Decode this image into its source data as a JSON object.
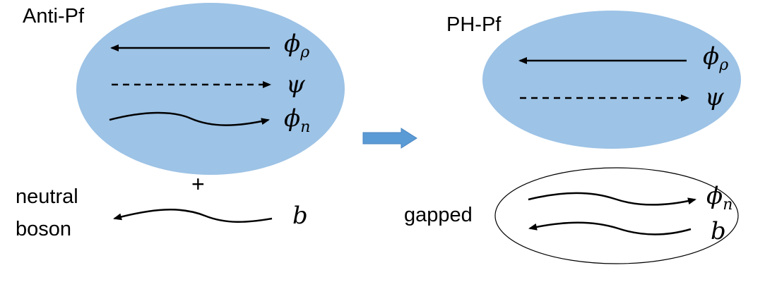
{
  "colors": {
    "ellipse_fill": "#9dc3e6",
    "arrow_block": "#5b9bd5",
    "stroke": "#000000"
  },
  "left": {
    "title": "Anti-Pf",
    "symbols": {
      "phi_rho": "ϕ",
      "phi_rho_sub": "ρ",
      "psi": "ψ",
      "phi_n": "ϕ",
      "phi_n_sub": "n"
    },
    "plus": "+",
    "boson_label_line1": "neutral",
    "boson_label_line2": "boson",
    "boson_symbol": "b"
  },
  "right": {
    "title": "PH-Pf",
    "symbols": {
      "phi_rho": "ϕ",
      "phi_rho_sub": "ρ",
      "psi": "ψ",
      "phi_n": "ϕ",
      "phi_n_sub": "n",
      "b": "b"
    },
    "gapped_label": "gapped"
  }
}
